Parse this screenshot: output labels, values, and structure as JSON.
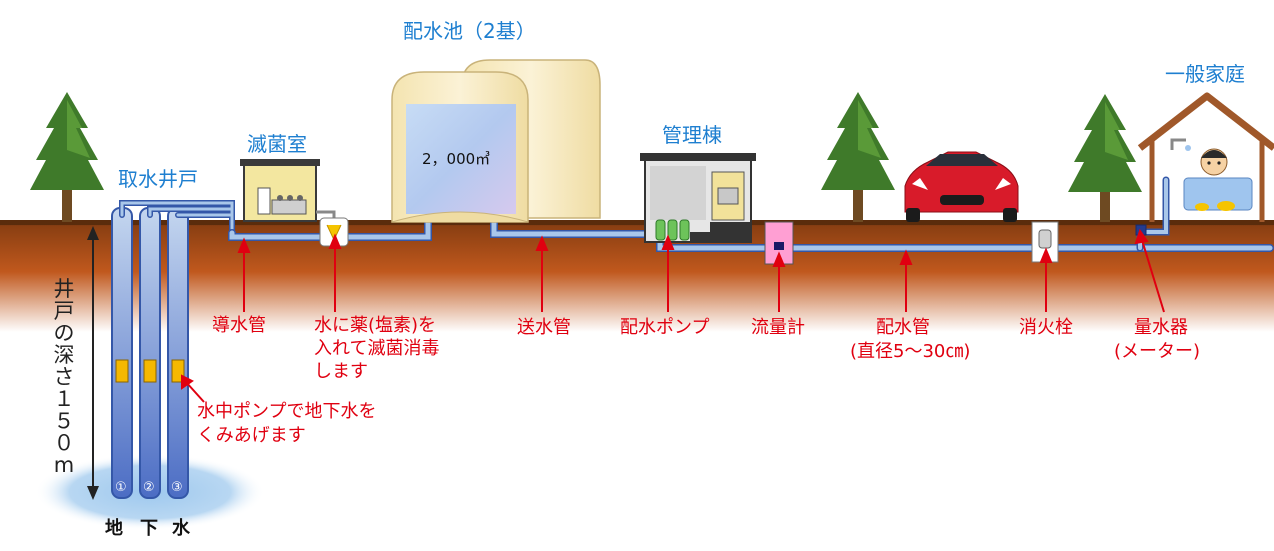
{
  "title_reservoir": "配水池（2基）",
  "reservoir_capacity": "2，000㎥",
  "labels_blue": {
    "intake_well": "取水井戸",
    "sterilization_room": "滅菌室",
    "management_building": "管理棟",
    "household": "一般家庭"
  },
  "labels_red": {
    "conduit_pipe": "導水管",
    "chlorine_line1": "水に薬(塩素)を",
    "chlorine_line2": "入れて滅菌消毒",
    "chlorine_line3": "します",
    "supply_pipe": "送水管",
    "distribution_pump": "配水ポンプ",
    "flow_meter": "流量計",
    "distribution_pipe": "配水管",
    "distribution_pipe_diameter": "(直径5～30㎝)",
    "fire_hydrant": "消火栓",
    "water_meter": "量水器",
    "water_meter_sub": "(メーター)",
    "pump_line1": "水中ポンプで地下水を",
    "pump_line2": "くみあげます"
  },
  "well_depth": [
    "井",
    "戸",
    "の",
    "深",
    "さ",
    "１",
    "５",
    "０",
    "m"
  ],
  "underground_label": [
    "地",
    "下",
    "水"
  ],
  "well_numbers": [
    "①",
    "②",
    "③"
  ],
  "colors": {
    "label_blue": "#1e7fd0",
    "label_red": "#e00010",
    "soil": "#b8501a",
    "grass": "#6a3a10",
    "pipe": "#a9c7ea",
    "well": "#5577c8",
    "tank": "#f6e9bf",
    "water": "#9fc5ee"
  }
}
